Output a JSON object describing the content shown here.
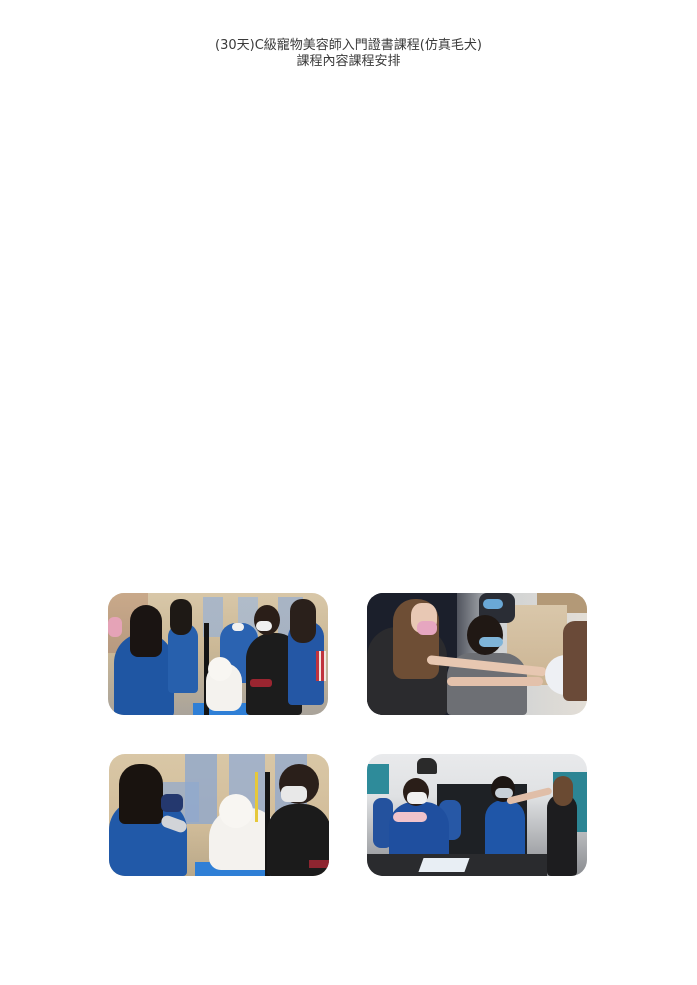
{
  "header": {
    "title_line1": "(30天)C級寵物美容師入門證書課程(仿真毛犬)",
    "title_line2": "課程內容課程安排"
  },
  "gallery": {
    "photos": [
      {
        "label": "Instructor demonstrating grooming of a white poodle to students in blue uniforms",
        "position": "top-left"
      },
      {
        "label": "Instructor guiding a student's scissor technique on a simulated-fur dog",
        "position": "top-right"
      },
      {
        "label": "Students blow-drying a white poodle on a blue grooming table",
        "position": "bottom-left"
      },
      {
        "label": "Class of students practicing scissor-holding posture in the classroom",
        "position": "bottom-right"
      }
    ]
  },
  "colors": {
    "background": "#ffffff",
    "title_text": "#3a3a3a",
    "uniform_blue": "#1f56a3",
    "table_blue": "#2f7fd6",
    "instructor_black": "#1c1c1c"
  }
}
